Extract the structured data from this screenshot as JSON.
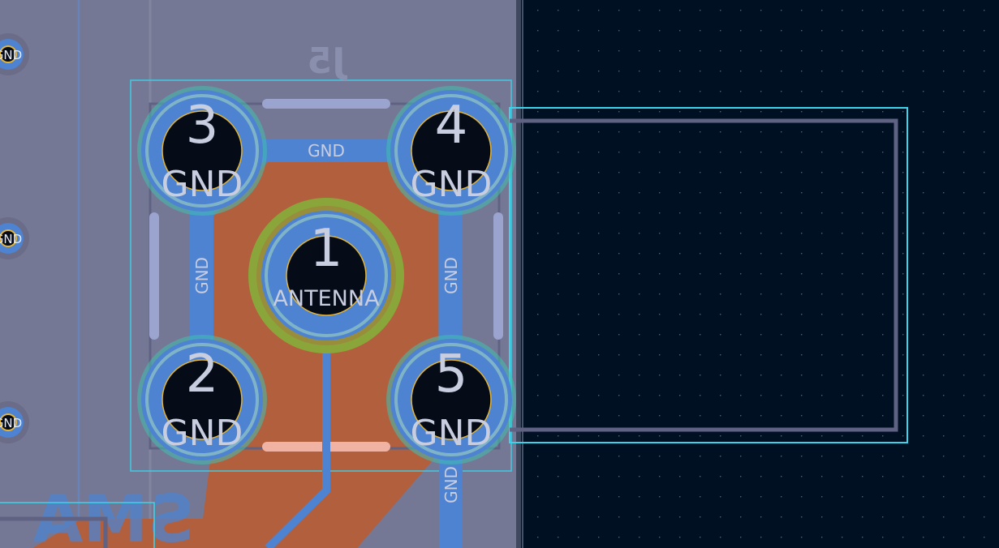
{
  "colors": {
    "canvas_bg": "#001023",
    "board_fill": "#757894",
    "copper_back": "#4d83d0",
    "copper_front_zone": "#b25f3e",
    "courtyard": "#3bd4ea",
    "drill": "#050b17",
    "pad_ring": "#7fb4c8",
    "pad_outline_highlight": "#3fbfb0",
    "drill_outline": "#e2b43a",
    "silkscreen_back": "#9aa4cf",
    "fab_outline": "#5f6283",
    "grid_dot": "#4f5f78",
    "antenna_ring": "#8aa63a"
  },
  "footprint": {
    "reference": "J5",
    "value": "SMA",
    "pads": [
      {
        "number": "1",
        "net": "ANTENNA"
      },
      {
        "number": "2",
        "net": "GND"
      },
      {
        "number": "3",
        "net": "GND"
      },
      {
        "number": "4",
        "net": "GND"
      },
      {
        "number": "5",
        "net": "GND"
      }
    ]
  },
  "tracks": {
    "top_net": "GND",
    "left_net": "GND",
    "right_net": "GND",
    "bottom_net": "GND"
  },
  "side_vias": [
    {
      "net": "GND"
    },
    {
      "net": "GND"
    },
    {
      "net": "GND"
    }
  ]
}
